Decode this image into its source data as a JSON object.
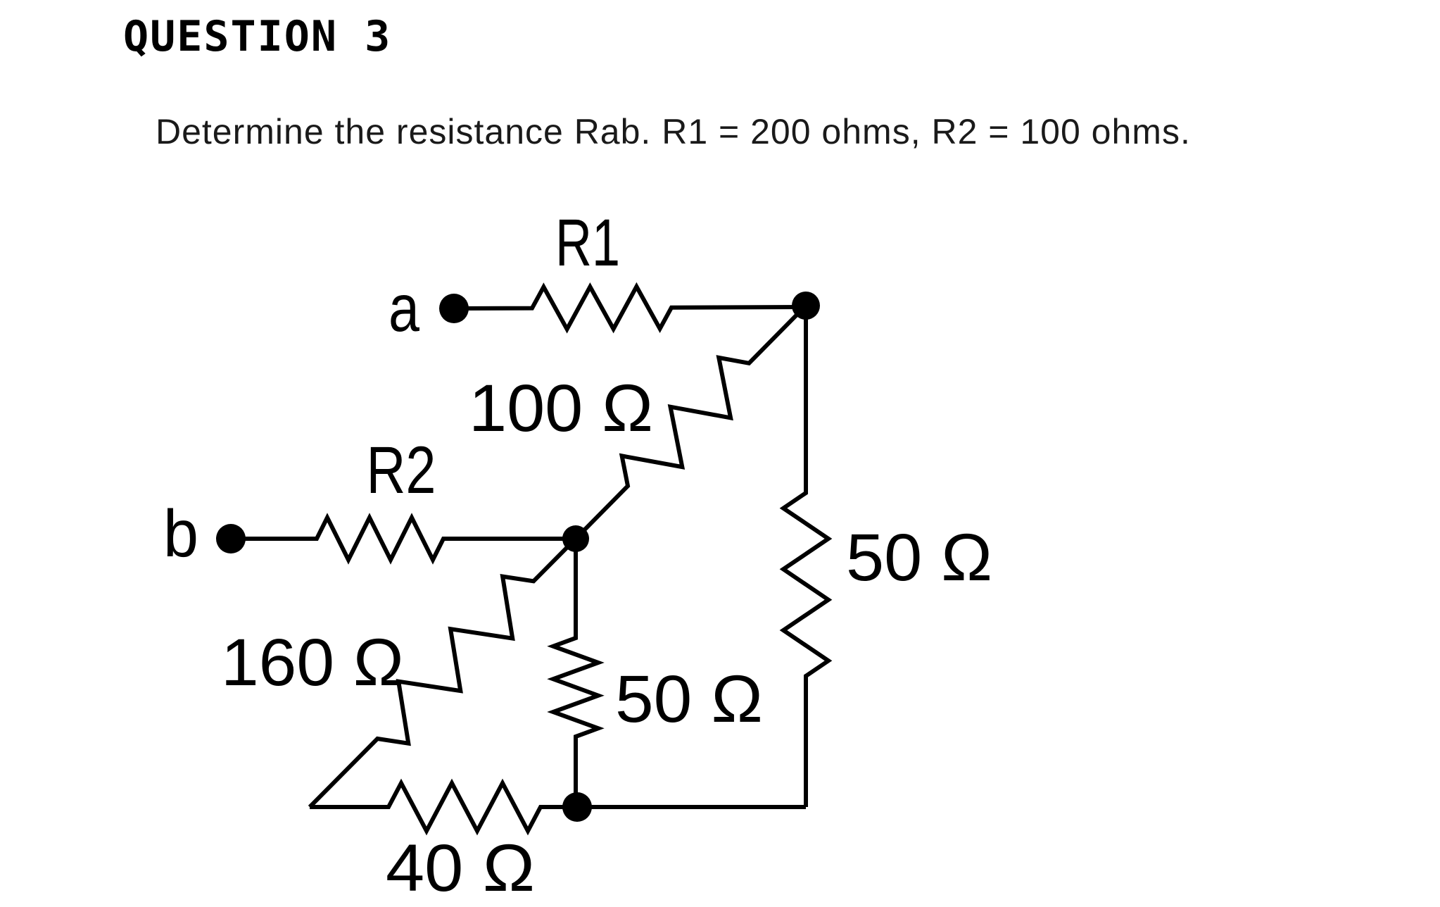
{
  "page": {
    "background": "#ffffff",
    "ink": "#000000"
  },
  "question": {
    "heading": "QUESTION 3",
    "prompt": "Determine the resistance Rab. R1 = 200 ohms, R2 = 100 ohms."
  },
  "circuit": {
    "labels": {
      "terminal_a": "a",
      "terminal_b": "b",
      "r1": "R1",
      "r2": "R2",
      "r100": "100 Ω",
      "r160": "160 Ω",
      "r50_right": "50 Ω",
      "r50_middle": "50 Ω",
      "r40": "40 Ω"
    }
  }
}
